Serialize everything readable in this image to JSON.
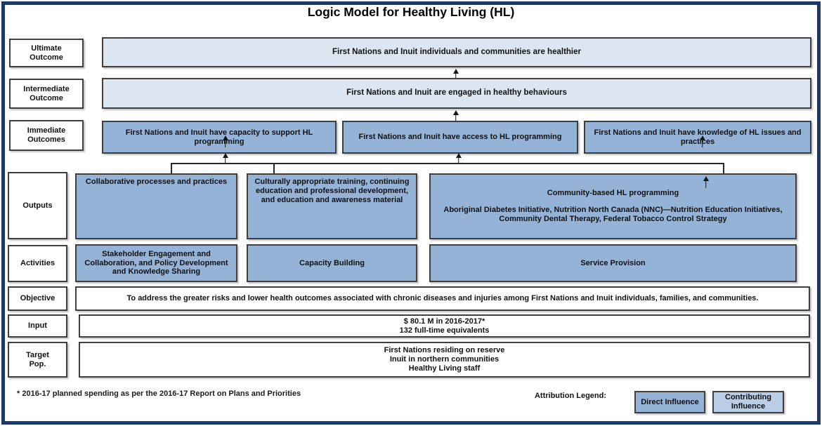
{
  "title": "Logic Model for Healthy Living (HL)",
  "row_labels": {
    "ultimate": "Ultimate Outcome",
    "intermediate": "Intermediate Outcome",
    "immediate": "Immediate Outcomes",
    "outputs": "Outputs",
    "activities": "Activities",
    "objective": "Objective",
    "input": "Input",
    "target": "Target Pop."
  },
  "outcomes": {
    "ultimate": "First Nations and Inuit individuals and communities are healthier",
    "intermediate": "First Nations and Inuit are engaged in healthy behaviours",
    "immediate": [
      "First Nations and Inuit have capacity to support HL programming",
      "First Nations and Inuit have access to HL programming",
      "First Nations and Inuit have knowledge of HL issues and practices"
    ]
  },
  "outputs": {
    "box1": "Collaborative processes and practices",
    "box2": "Culturally appropriate training, continuing education and professional development, and education and awareness material",
    "box3_title": "Community-based HL programming",
    "box3_detail": "Aboriginal Diabetes Initiative, Nutrition North Canada (NNC)—Nutrition Education Initiatives, Community Dental Therapy, Federal Tobacco Control Strategy"
  },
  "activities": [
    "Stakeholder Engagement and Collaboration, and Policy Development and Knowledge Sharing",
    "Capacity Building",
    "Service Provision"
  ],
  "objective": "To address the greater risks and lower health outcomes associated with chronic diseases and injuries among First Nations and Inuit individuals, families, and communities.",
  "input": {
    "line1": "$ 80.1 M in 2016-2017*",
    "line2": "132 full-time equivalents"
  },
  "target_population": {
    "line1": "First Nations residing on reserve",
    "line2": "Inuit in northern communities",
    "line3": "Healthy Living staff"
  },
  "footnote": "* 2016-17 planned spending as per the 2016-17 Report on Plans and Priorities",
  "legend": {
    "label": "Attribution Legend:",
    "direct": "Direct Influence",
    "contributing": "Contributing Influence"
  },
  "colors": {
    "frame": "#1f3864",
    "light_blue": "#dce6f1",
    "medium_blue": "#95b3d7",
    "pale_blue": "#b9cde7",
    "box_border": "#3f3f3f"
  }
}
